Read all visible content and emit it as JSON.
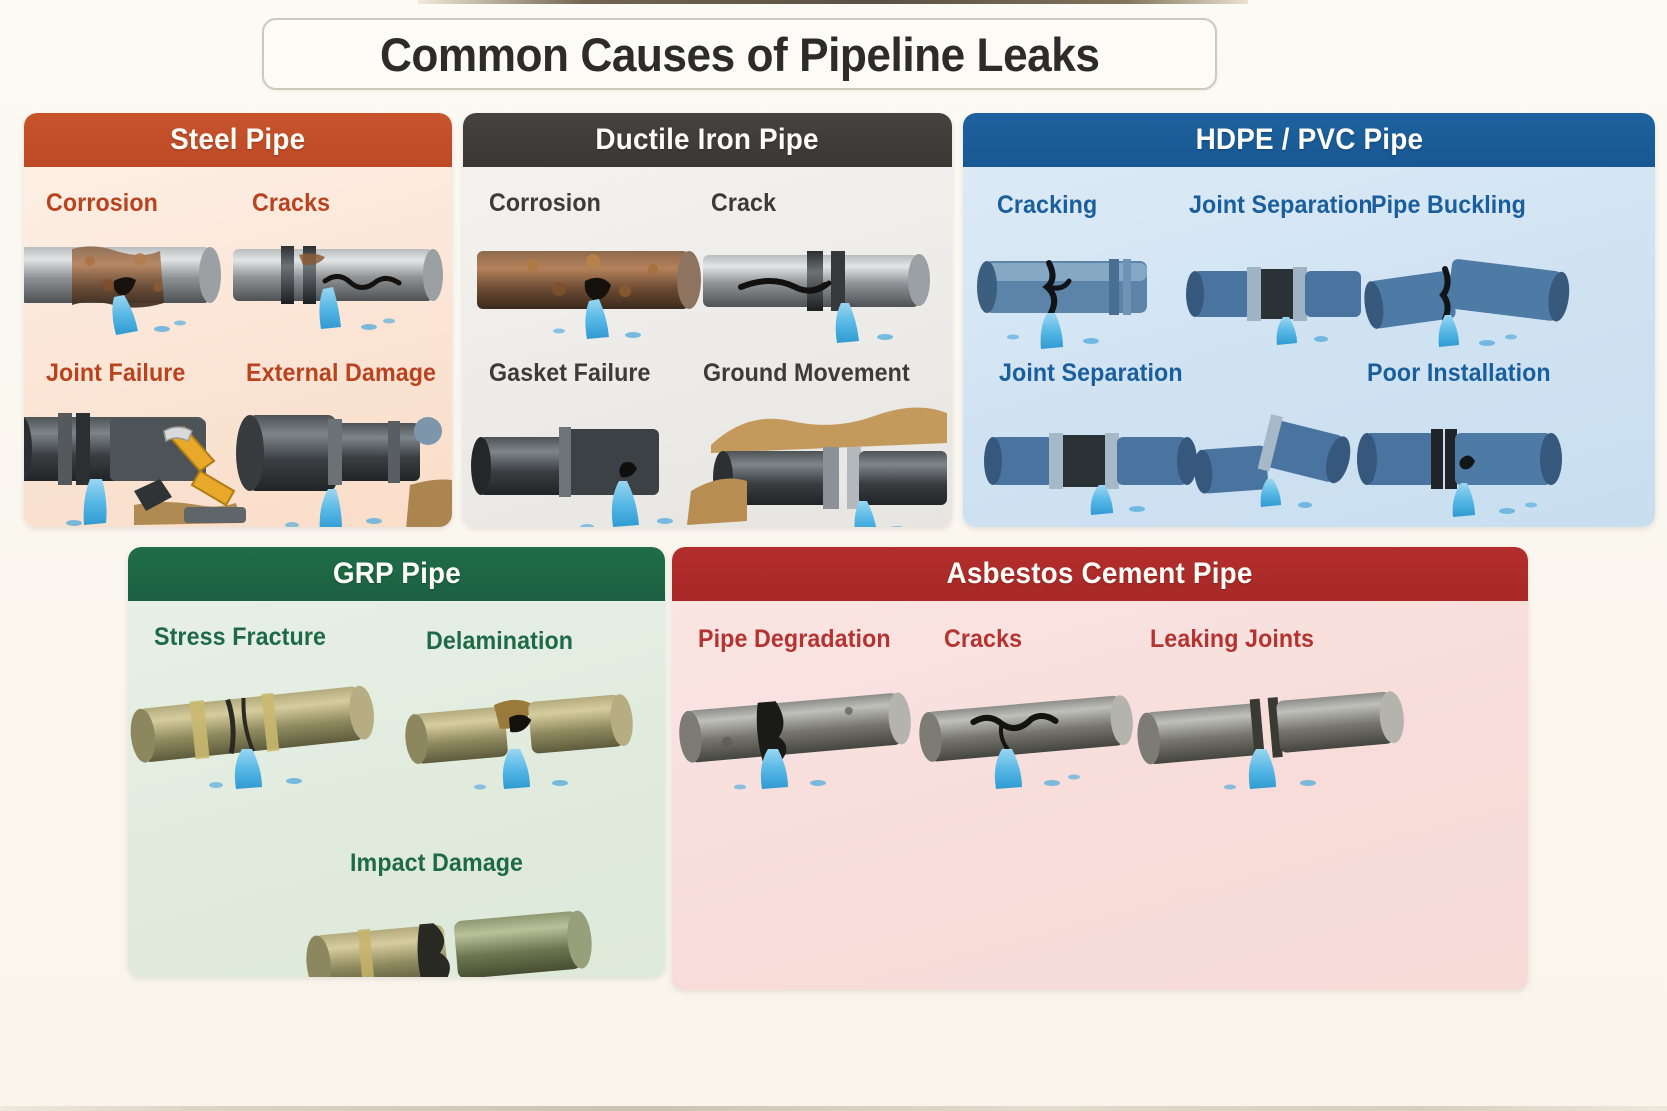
{
  "page": {
    "title": "Common Causes of Pipeline Leaks",
    "background_color": "#fbf8f1"
  },
  "cards": [
    {
      "id": "steel",
      "title": "Steel Pipe",
      "header_color": "#c4512c",
      "body_color": "#fbe4d4",
      "label_color": "#b8431f",
      "items": [
        {
          "label": "Corrosion",
          "illustration": "corroded-pipe-leak"
        },
        {
          "label": "Cracks",
          "illustration": "cracked-pipe-leak"
        },
        {
          "label": "Joint Failure",
          "illustration": "joint-failure-pipe-leak"
        },
        {
          "label": "External Damage",
          "illustration": "excavator-damaged-pipe-leak"
        }
      ]
    },
    {
      "id": "ductile",
      "title": "Ductile Iron Pipe",
      "header_color": "#3d3a37",
      "body_color": "#ecebe8",
      "label_color": "#3d3a37",
      "items": [
        {
          "label": "Corrosion",
          "illustration": "rusted-iron-pipe-leak"
        },
        {
          "label": "Crack",
          "illustration": "cracked-iron-pipe-leak"
        },
        {
          "label": "Gasket Failure",
          "illustration": "gasket-failure-pipe-leak"
        },
        {
          "label": "Ground Movement",
          "illustration": "soil-shifted-pipe-leak"
        }
      ]
    },
    {
      "id": "hdpe",
      "title": "HDPE / PVC Pipe",
      "header_color": "#1a5e9e",
      "body_color": "#cfe2f2",
      "label_color": "#1a5e9c",
      "items": [
        {
          "label": "Cracking",
          "illustration": "cracked-plastic-pipe-leak"
        },
        {
          "label": "Joint Separation",
          "illustration": "separated-joint-pipe-leak"
        },
        {
          "label": "Pipe Buckling",
          "illustration": "buckled-plastic-pipe-leak"
        },
        {
          "label": "Joint Separation",
          "illustration": "separated-joint-pipe-leak-2"
        },
        {
          "label": "Poor Installation",
          "illustration": "misaligned-pipe-leak"
        }
      ]
    },
    {
      "id": "grp",
      "title": "GRP Pipe",
      "header_color": "#1e6b46",
      "body_color": "#e0ebdd",
      "label_color": "#1f6a46",
      "items": [
        {
          "label": "Stress Fracture",
          "illustration": "fractured-grp-pipe-leak"
        },
        {
          "label": "Delamination",
          "illustration": "delaminated-grp-pipe-leak"
        },
        {
          "label": "Impact Damage",
          "illustration": "impact-broken-grp-pipe-leak"
        }
      ]
    },
    {
      "id": "asbestos",
      "title": "Asbestos Cement Pipe",
      "header_color": "#b02a2a",
      "body_color": "#f7dcd9",
      "label_color": "#b33430",
      "items": [
        {
          "label": "Pipe Degradation",
          "illustration": "degraded-ac-pipe-leak"
        },
        {
          "label": "Cracks",
          "illustration": "cracked-ac-pipe-leak"
        },
        {
          "label": "Leaking Joints",
          "illustration": "leaking-joint-ac-pipe"
        }
      ]
    }
  ]
}
